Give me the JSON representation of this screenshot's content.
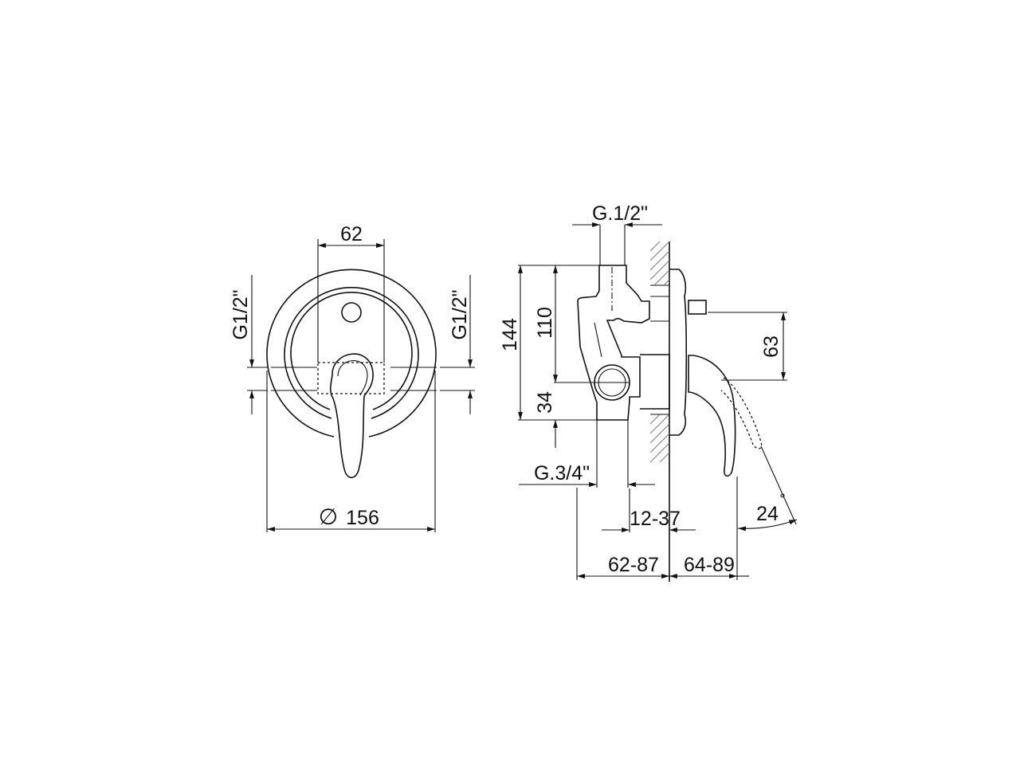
{
  "front_view": {
    "width_dim": "62",
    "diameter_symbol": "∅",
    "diameter_dim": "156",
    "left_thread": "G1/2\"",
    "right_thread": "G1/2\""
  },
  "side_view": {
    "top_thread": "G.1/2\"",
    "bottom_thread": "G.3/4\"",
    "height_total": "144",
    "height_upper": "110",
    "height_lower": "34",
    "spindle_offset": "63",
    "wall_range": "12-37",
    "depth_back": "62-87",
    "depth_front": "64-89",
    "angle": "24"
  }
}
